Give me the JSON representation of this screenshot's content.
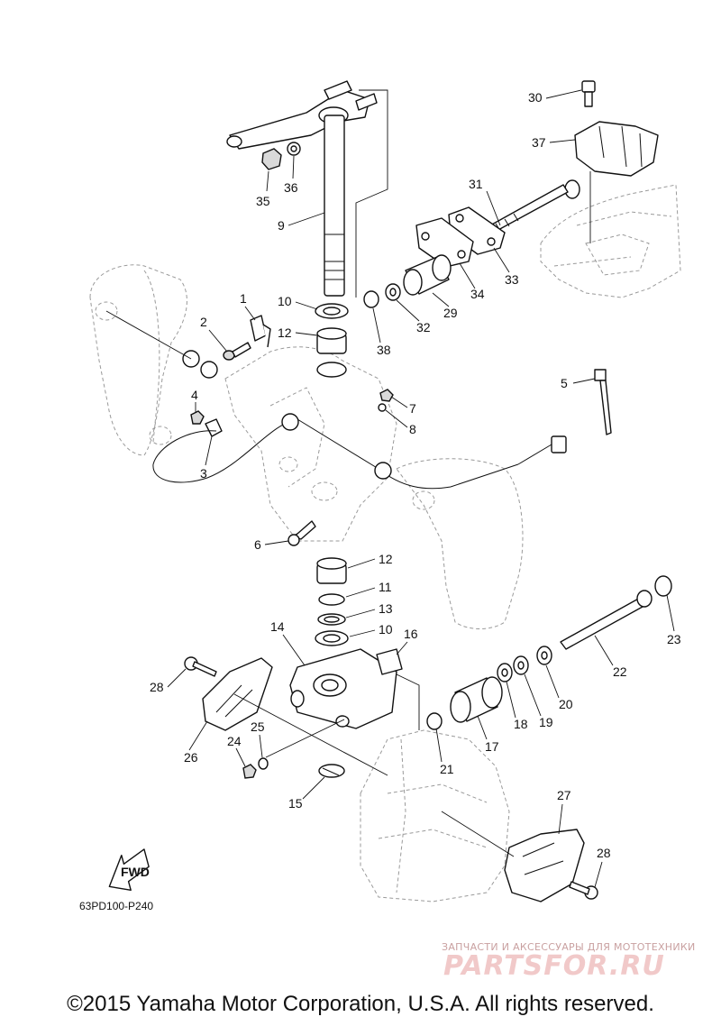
{
  "diagram": {
    "callouts": [
      "30",
      "37",
      "31",
      "33",
      "34",
      "29",
      "32",
      "38",
      "35",
      "36",
      "9",
      "10",
      "12",
      "1",
      "2",
      "4",
      "3",
      "7",
      "8",
      "5",
      "6",
      "12",
      "11",
      "13",
      "10",
      "14",
      "16",
      "23",
      "22",
      "20",
      "19",
      "18",
      "17",
      "21",
      "28",
      "26",
      "24",
      "25",
      "15",
      "27",
      "28"
    ],
    "fwd_label": "FWD",
    "diagram_code": "63PD100-P240"
  },
  "watermark": {
    "tagline": "ЗАПЧАСТИ И АКСЕССУАРЫ ДЛЯ МОТОТЕХНИКИ",
    "logo": "PARTSFOR.RU"
  },
  "footer": {
    "copyright": "©2015 Yamaha Motor Corporation, U.S.A. All rights reserved."
  }
}
